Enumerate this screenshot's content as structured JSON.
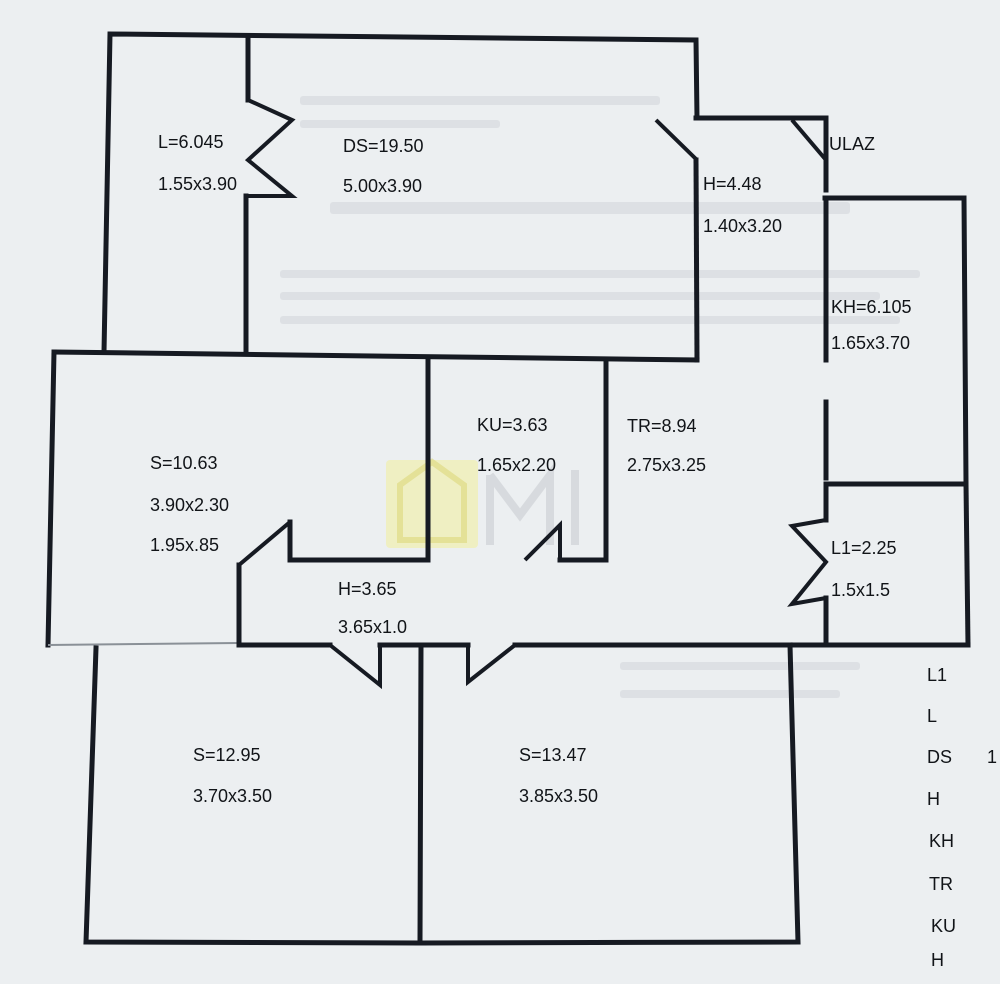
{
  "rooms": {
    "l": {
      "name": "L=6.045",
      "dims": "1.55x3.90"
    },
    "ds": {
      "name": "DS=19.50",
      "dims": "5.00x3.90"
    },
    "h_top": {
      "name": "H=4.48",
      "dims": "1.40x3.20"
    },
    "entry": {
      "name": "ULAZ"
    },
    "kh": {
      "name": "KH=6.105",
      "dims": "1.65x3.70"
    },
    "s_left": {
      "name": "S=10.63",
      "dims": "3.90x2.30",
      "dims2": "1.95x.85"
    },
    "ku": {
      "name": "KU=3.63",
      "dims": "1.65x2.20"
    },
    "tr": {
      "name": "TR=8.94",
      "dims": "2.75x3.25"
    },
    "l1": {
      "name": "L1=2.25",
      "dims": "1.5x1.5"
    },
    "h_mid": {
      "name": "H=3.65",
      "dims": "3.65x1.0"
    },
    "s_bl": {
      "name": "S=12.95",
      "dims": "3.70x3.50"
    },
    "s_br": {
      "name": "S=13.47",
      "dims": "3.85x3.50"
    }
  },
  "legend": {
    "items": [
      "L1",
      "L",
      "DS",
      "H",
      "KH",
      "TR",
      "KU",
      "H"
    ],
    "partial_value": "1"
  },
  "colors": {
    "wall": "#161a22",
    "paper": "#eceff1",
    "watermark": "#f2ef9a"
  }
}
